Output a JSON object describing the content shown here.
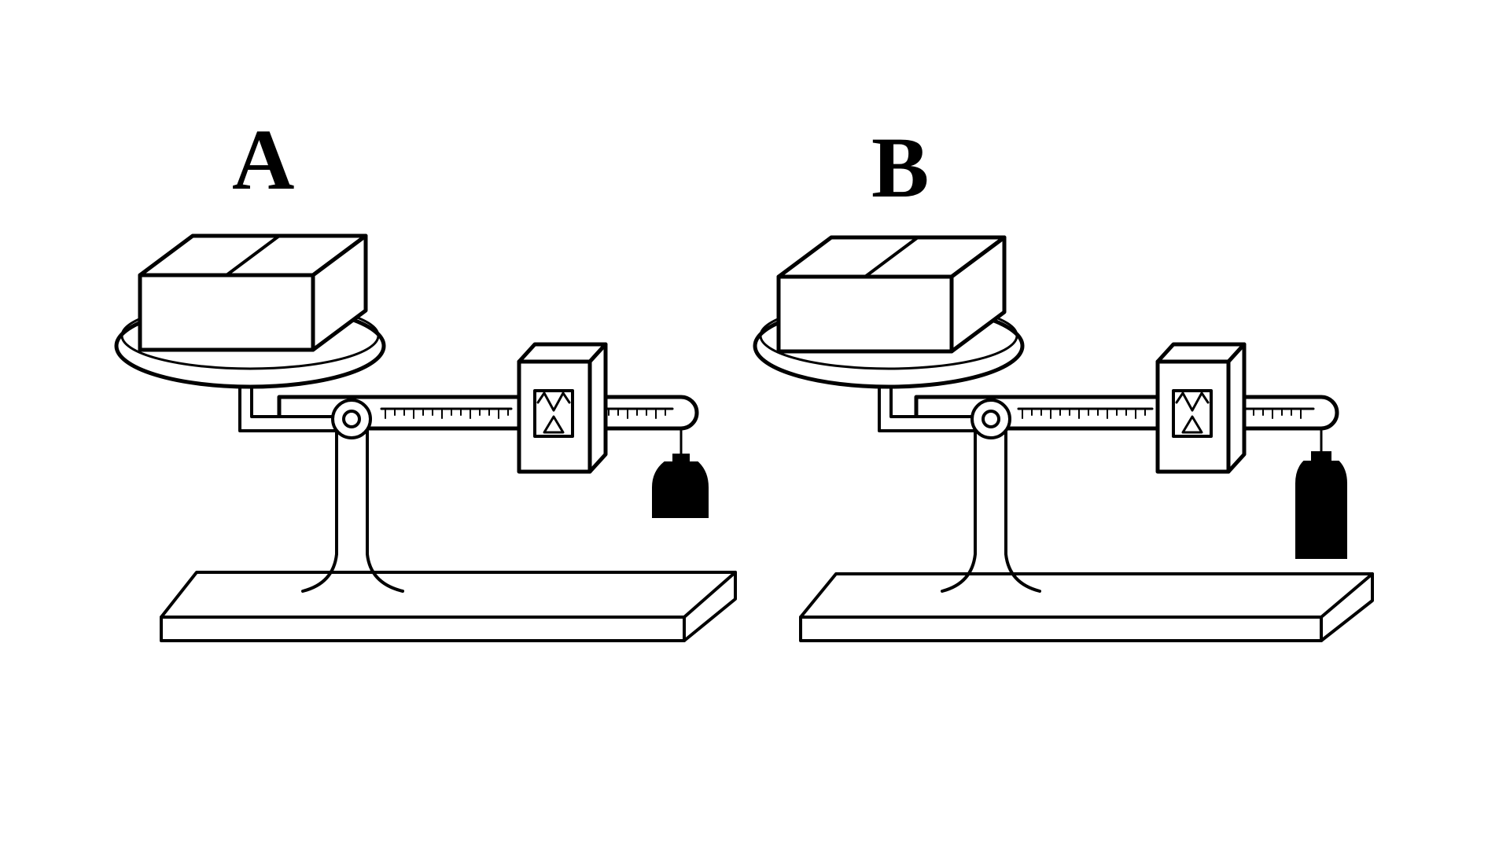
{
  "figure": {
    "scales": [
      {
        "id": "a",
        "label": "A",
        "hanging_weight": "short"
      },
      {
        "id": "b",
        "label": "B",
        "hanging_weight": "tall"
      }
    ]
  }
}
